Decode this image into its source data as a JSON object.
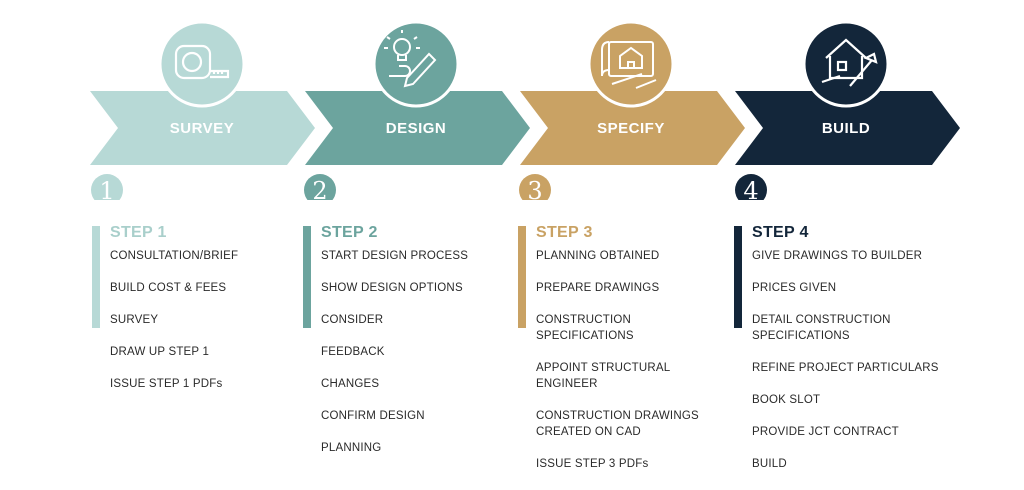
{
  "stages": [
    {
      "label": "SURVEY",
      "number": "1",
      "step": "STEP 1",
      "color": "#b7d9d6",
      "icon": "tape-measure-icon",
      "items": [
        [
          "CONSULTATION/BRIEF"
        ],
        [
          "BUILD COST & FEES"
        ],
        [
          "SURVEY"
        ],
        [
          "DRAW UP STEP 1"
        ],
        [
          "ISSUE STEP 1 PDFs"
        ]
      ]
    },
    {
      "label": "DESIGN",
      "number": "2",
      "step": "STEP 2",
      "color": "#6ca49e",
      "icon": "lightbulb-pencil-icon",
      "items": [
        [
          "START DESIGN PROCESS"
        ],
        [
          "SHOW DESIGN OPTIONS"
        ],
        [
          "CONSIDER"
        ],
        [
          "FEEDBACK"
        ],
        [
          "CHANGES"
        ],
        [
          "CONFIRM DESIGN"
        ],
        [
          "PLANNING"
        ]
      ]
    },
    {
      "label": "SPECIFY",
      "number": "3",
      "step": "STEP 3",
      "color": "#c9a264",
      "icon": "blueprint-icon",
      "items": [
        [
          "PLANNING OBTAINED"
        ],
        [
          "PREPARE DRAWINGS"
        ],
        [
          "CONSTRUCTION",
          "SPECIFICATIONS"
        ],
        [
          "APPOINT STRUCTURAL",
          "ENGINEER"
        ],
        [
          "CONSTRUCTION DRAWINGS",
          "CREATED ON CAD"
        ],
        [
          "ISSUE STEP 3 PDFs"
        ]
      ]
    },
    {
      "label": "BUILD",
      "number": "4",
      "step": "STEP 4",
      "color": "#13263a",
      "icon": "house-tools-icon",
      "items": [
        [
          "GIVE DRAWINGS TO BUILDER"
        ],
        [
          "PRICES GIVEN"
        ],
        [
          "DETAIL CONSTRUCTION",
          "SPECIFICATIONS"
        ],
        [
          "REFINE PROJECT PARTICULARS"
        ],
        [
          "BOOK SLOT"
        ],
        [
          "PROVIDE JCT CONTRACT"
        ],
        [
          "BUILD"
        ]
      ]
    }
  ]
}
